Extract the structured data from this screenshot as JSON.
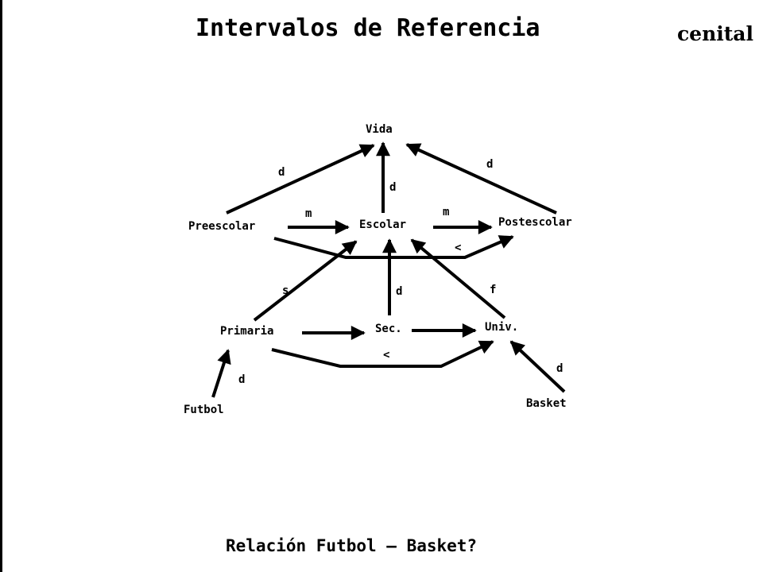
{
  "header": {
    "title": "Intervalos de Referencia",
    "brand": "cenital"
  },
  "footer": {
    "question": "Relación Futbol – Basket?"
  },
  "diagram": {
    "nodes": {
      "vida": "Vida",
      "preescolar": "Preescolar",
      "escolar": "Escolar",
      "postescolar": "Postescolar",
      "primaria": "Primaria",
      "sec": "Sec.",
      "univ": "Univ.",
      "futbol": "Futbol",
      "basket": "Basket"
    },
    "edge_labels": {
      "preescolar_vida": "d",
      "escolar_vida": "d",
      "postescolar_vida": "d",
      "preescolar_escolar": "m",
      "escolar_postescolar": "m",
      "preescolar_postescolar": "<",
      "primaria_escolar": "s",
      "sec_escolar": "d",
      "univ_escolar": "f",
      "primaria_univ": "<",
      "futbol_primaria": "d",
      "basket_univ": "d"
    }
  }
}
